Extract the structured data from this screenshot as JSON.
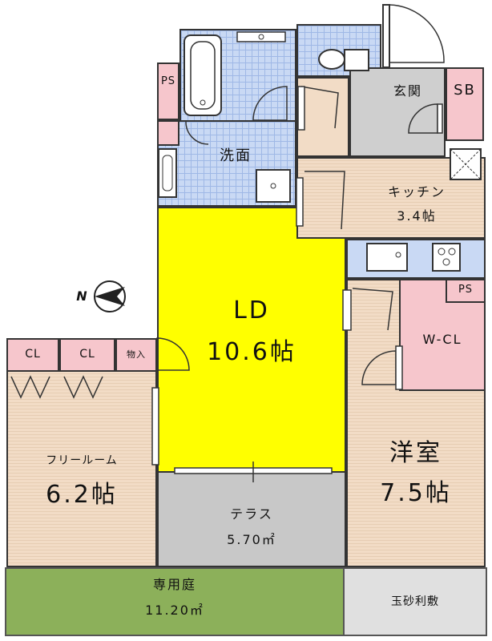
{
  "plan": {
    "rooms": {
      "ld": {
        "name": "LD",
        "size": "10.6帖"
      },
      "free_room": {
        "name": "フリールーム",
        "size": "6.2帖"
      },
      "western_room": {
        "name": "洋室",
        "size": "7.5帖"
      },
      "kitchen": {
        "name": "キッチン",
        "size": "3.4帖"
      },
      "terrace": {
        "name": "テラス",
        "size": "5.70㎡"
      },
      "garden": {
        "name": "専用庭",
        "size": "11.20㎡"
      },
      "gravel": {
        "name": "玉砂利敷"
      },
      "washroom": {
        "name": "洗面"
      },
      "entrance": {
        "name": "玄関"
      },
      "wcl": {
        "name": "W-CL"
      },
      "sb": {
        "name": "SB"
      },
      "ps_left": {
        "name": "PS"
      },
      "ps_right": {
        "name": "PS"
      },
      "cl1": {
        "name": "CL"
      },
      "cl2": {
        "name": "CL"
      },
      "storage": {
        "name": "物入"
      }
    },
    "north_marker": "N"
  },
  "colors": {
    "ld": "#ffff00",
    "wood": "#f2dcc6",
    "tile": "#c9d9f4",
    "pink": "#f6c6cc",
    "entrance": "#cfcfcf",
    "terrace": "#c8c8c8",
    "garden": "#8cb05a",
    "gravel": "#e0e0e0",
    "wall": "#333333"
  }
}
